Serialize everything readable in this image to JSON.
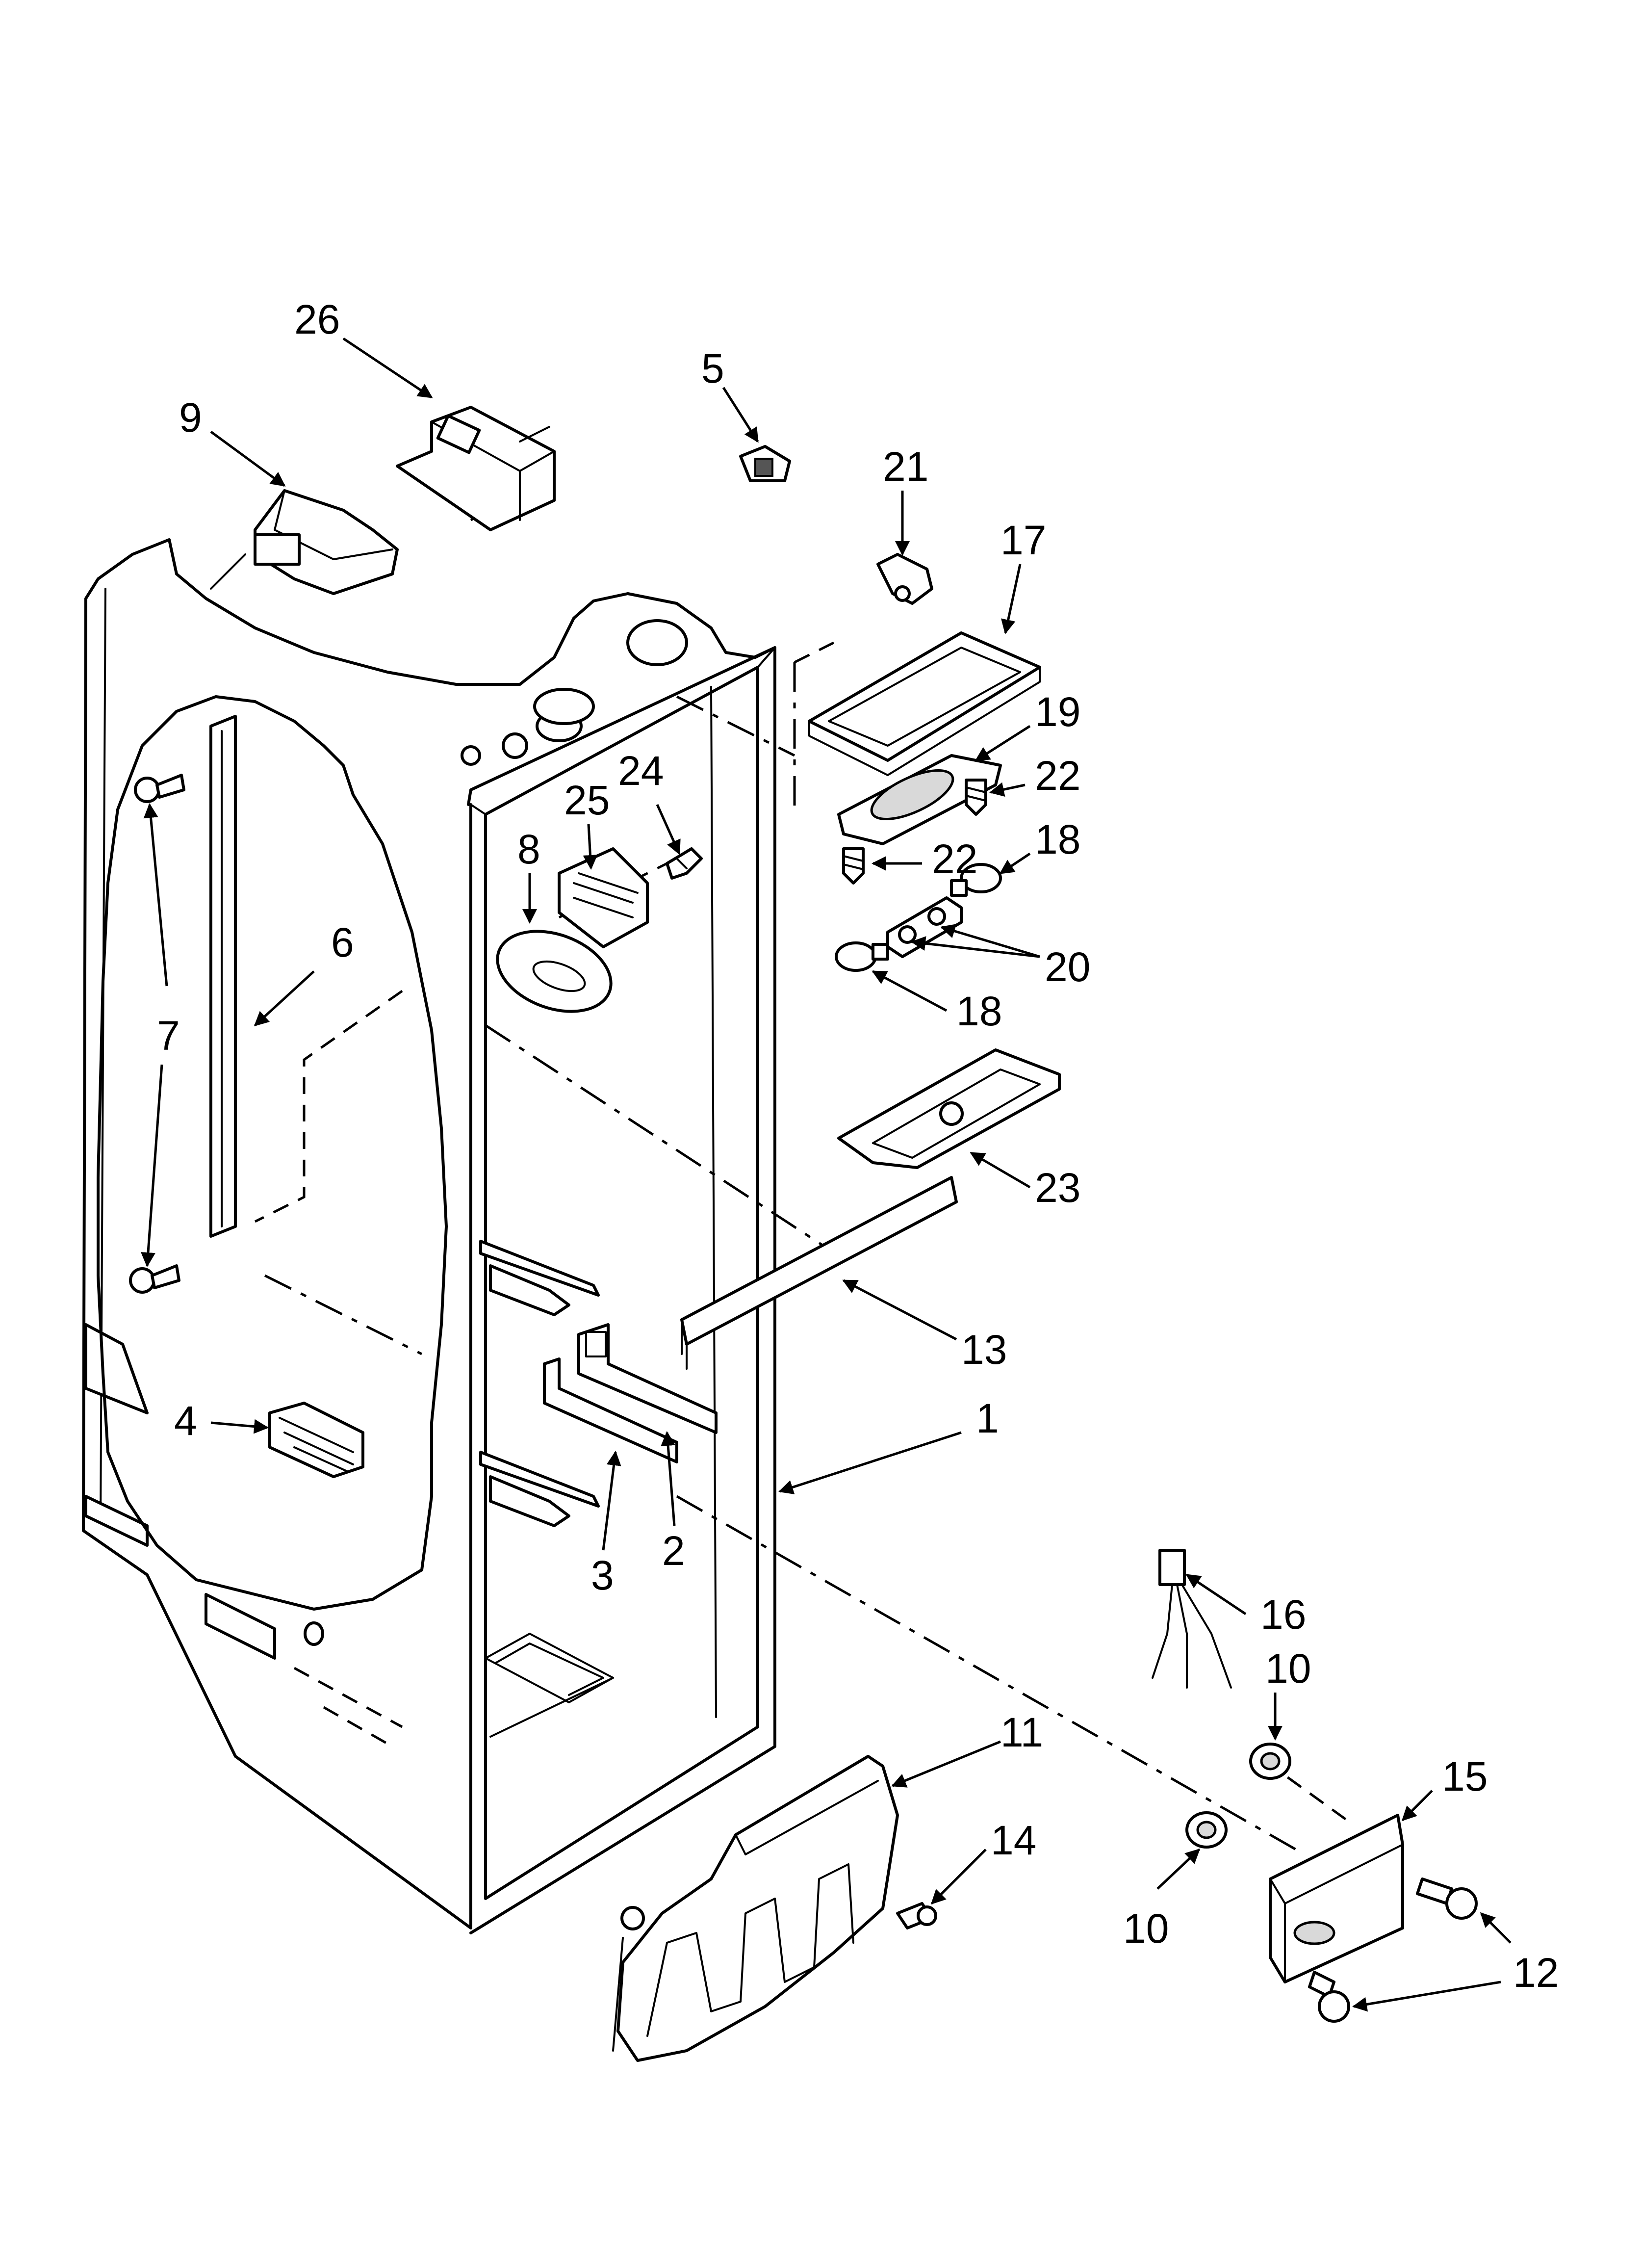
{
  "diagram": {
    "callouts": [
      {
        "id": "c26",
        "text": "26"
      },
      {
        "id": "c9",
        "text": "9"
      },
      {
        "id": "c5",
        "text": "5"
      },
      {
        "id": "c21",
        "text": "21"
      },
      {
        "id": "c17",
        "text": "17"
      },
      {
        "id": "c19",
        "text": "19"
      },
      {
        "id": "c22a",
        "text": "22"
      },
      {
        "id": "c22b",
        "text": "22"
      },
      {
        "id": "c18a",
        "text": "18"
      },
      {
        "id": "c20",
        "text": "20"
      },
      {
        "id": "c18b",
        "text": "18"
      },
      {
        "id": "c24",
        "text": "24"
      },
      {
        "id": "c25",
        "text": "25"
      },
      {
        "id": "c8",
        "text": "8"
      },
      {
        "id": "c6",
        "text": "6"
      },
      {
        "id": "c7",
        "text": "7"
      },
      {
        "id": "c23",
        "text": "23"
      },
      {
        "id": "c13",
        "text": "13"
      },
      {
        "id": "c1",
        "text": "1"
      },
      {
        "id": "c4",
        "text": "4"
      },
      {
        "id": "c3",
        "text": "3"
      },
      {
        "id": "c2",
        "text": "2"
      },
      {
        "id": "c16",
        "text": "16"
      },
      {
        "id": "c10a",
        "text": "10"
      },
      {
        "id": "c11",
        "text": "11"
      },
      {
        "id": "c15",
        "text": "15"
      },
      {
        "id": "c14",
        "text": "14"
      },
      {
        "id": "c10b",
        "text": "10"
      },
      {
        "id": "c12",
        "text": "12"
      }
    ]
  }
}
